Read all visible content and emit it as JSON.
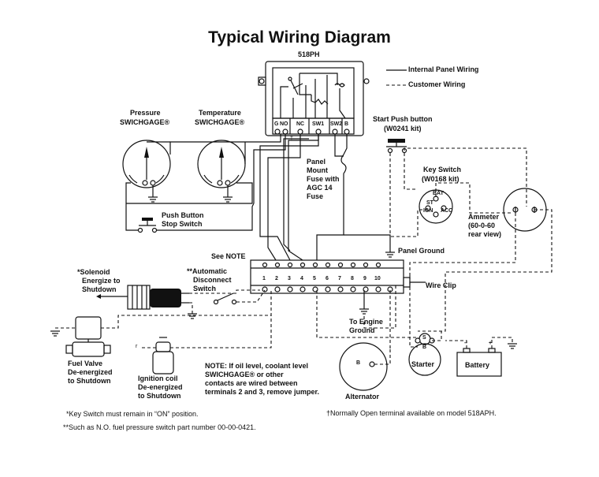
{
  "title": "Typical Wiring Diagram",
  "panel_model": "518PH",
  "legend": {
    "internal": "Internal Panel Wiring",
    "customer": "Customer Wiring"
  },
  "gauges": {
    "pressure": [
      "Pressure",
      "SWICHGAGE®"
    ],
    "temperature": [
      "Temperature",
      "SWICHGAGE®"
    ]
  },
  "panel_terminals": [
    "G",
    "NO",
    "NC",
    "SW1",
    "SW2",
    "B"
  ],
  "panel_dagger": "†",
  "start_button": [
    "Start Push button",
    "(W0241 kit)"
  ],
  "fuse": [
    "Panel",
    "Mount",
    "Fuse with",
    "AGC 14",
    "Fuse"
  ],
  "key_switch": {
    "label": [
      "Key Switch",
      "(W0168 kit)"
    ],
    "bat": "BAT",
    "st": "ST",
    "ign": "IGN",
    "acc": "ACC"
  },
  "ammeter": [
    "Ammeter",
    "(60-0-60",
    "rear view)"
  ],
  "push_stop": [
    "Push Button",
    "Stop Switch"
  ],
  "see_note": "See NOTE",
  "panel_ground": "Panel Ground",
  "terminal_numbers": [
    "1",
    "2",
    "3",
    "4",
    "5",
    "6",
    "7",
    "8",
    "9",
    "10"
  ],
  "wire_clip": "Wire Clip",
  "solenoid": [
    "*Solenoid",
    "Energize to",
    "Shutdown"
  ],
  "auto_disconnect": [
    "**Automatic",
    "Disconnect",
    "Switch"
  ],
  "engine_ground": [
    "To Engine",
    "Ground"
  ],
  "fuel_valve": [
    "Fuel Valve",
    "De-energized",
    "to Shutdown"
  ],
  "ignition_coil": [
    "Ignition coil",
    "De-energized",
    "to Shutdown"
  ],
  "note": [
    "NOTE: If oil level, coolant level",
    "SWICHGAGE® or other",
    "contacts are wired between",
    "terminals 2 and 3, remove jumper."
  ],
  "alternator": "Alternator",
  "alternator_b": "B",
  "starter": "Starter",
  "starter_s": "S",
  "starter_b": "B",
  "battery": "Battery",
  "battery_minus": "–",
  "battery_plus": "+",
  "footnote_left": [
    "*Key Switch must remain in “ON” position.",
    "**Such as N.O. fuel pressure switch part number 00-00-0421."
  ],
  "footnote_right": "†Normally Open terminal available on model 518APH.",
  "small_r": "r"
}
